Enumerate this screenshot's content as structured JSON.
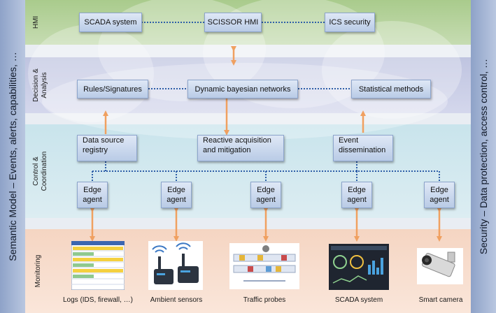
{
  "side": {
    "left_label": "Semantic Model  –  Events, alerts, capabilities, …",
    "right_label": "Security  –  Data protection, access control, …"
  },
  "layers": {
    "hmi": "HMI",
    "decision_line1": "Decision &",
    "decision_line2": "Analysis",
    "control_line1": "Control &",
    "control_line2": "Coordination",
    "monitoring": "Monitoring"
  },
  "hmi_boxes": {
    "scada": "SCADA system",
    "scissor": "SCISSOR HMI",
    "ics": "ICS security"
  },
  "decision_boxes": {
    "rules": "Rules/Signatures",
    "bayes": "Dynamic bayesian networks",
    "stats": "Statistical methods"
  },
  "control_boxes": {
    "registry_line1": "Data source",
    "registry_line2": "registry",
    "reactive_line1": "Reactive acquisition",
    "reactive_line2": "and mitigation",
    "event_line1": "Event",
    "event_line2": "dissemination"
  },
  "edge_agent": {
    "line1": "Edge",
    "line2": "agent"
  },
  "monitoring_captions": {
    "logs": "Logs (IDS, firewall, …)",
    "sensors": "Ambient sensors",
    "probes": "Traffic probes",
    "scada": "SCADA system",
    "camera": "Smart camera"
  },
  "colors": {
    "arrow": "#f0a060",
    "hmi_band": "#bcd7a4",
    "decision_band": "#c9cde6",
    "control_band": "#d3e9ef",
    "monitoring_band": "#f8ded0",
    "dotted_line": "#2f5fa8"
  }
}
